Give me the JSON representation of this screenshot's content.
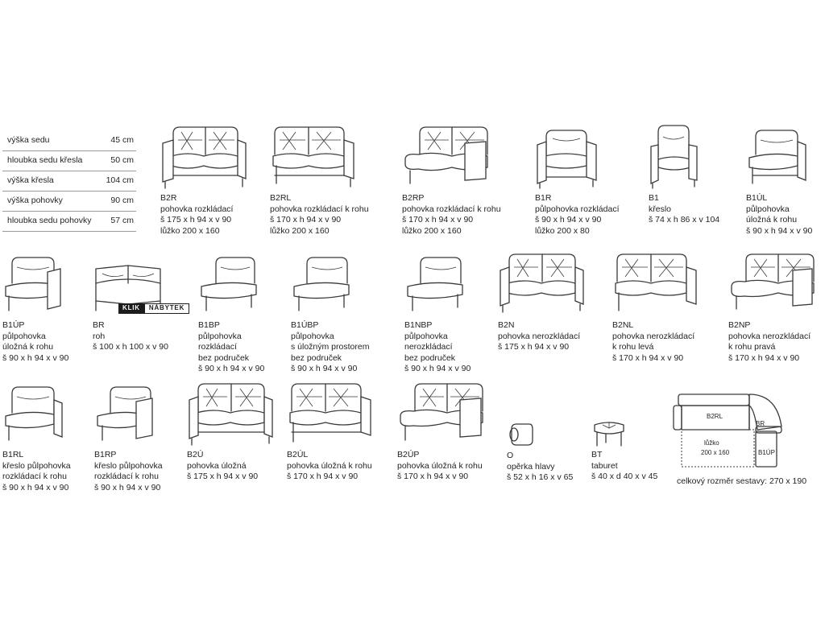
{
  "spec_table": [
    {
      "label": "výška sedu",
      "value": "45 cm"
    },
    {
      "label": "hloubka sedu křesla",
      "value": "50 cm"
    },
    {
      "label": "výška křesla",
      "value": "104 cm"
    },
    {
      "label": "výška pohovky",
      "value": "90 cm"
    },
    {
      "label": "hloubka sedu pohovky",
      "value": "57 cm"
    }
  ],
  "items": [
    {
      "code": "B2R",
      "lines": [
        "pohovka rozkládací",
        "š 175 x h 94 x v 90",
        "lůžko 200 x 160"
      ]
    },
    {
      "code": "B2RL",
      "lines": [
        "pohovka rozkládací k rohu",
        "š 170 x h 94 x v 90",
        "lůžko 200 x 160"
      ]
    },
    {
      "code": "B2RP",
      "lines": [
        "pohovka rozkládací k rohu",
        "š 170 x h 94 x v 90",
        "lůžko 200 x 160"
      ]
    },
    {
      "code": "B1R",
      "lines": [
        "půlpohovka rozkládací",
        "š 90 x h 94 x v 90",
        "lůžko 200 x 80"
      ]
    },
    {
      "code": "B1",
      "lines": [
        "křeslo",
        "š 74 x h 86 x v 104"
      ]
    },
    {
      "code": "B1ÚL",
      "lines": [
        "půlpohovka",
        "úložná k rohu",
        "š 90 x h 94 x v 90"
      ]
    },
    {
      "code": "B1ÚP",
      "lines": [
        "půlpohovka",
        "úložná k rohu",
        "š 90 x h 94 x v 90"
      ]
    },
    {
      "code": "BR",
      "lines": [
        "roh",
        "š 100 x h 100 x v 90"
      ]
    },
    {
      "code": "B1BP",
      "lines": [
        "půlpohovka",
        "rozkládací",
        "bez područek",
        "š 90 x h 94 x v 90"
      ]
    },
    {
      "code": "B1ÚBP",
      "lines": [
        "půlpohovka",
        "s úložným prostorem",
        "bez područek",
        "š 90 x h 94 x v 90"
      ]
    },
    {
      "code": "B1NBP",
      "lines": [
        "půlpohovka",
        "nerozkládací",
        "bez područek",
        "š 90 x h 94 x v 90"
      ]
    },
    {
      "code": "B2N",
      "lines": [
        "pohovka nerozkládací",
        "š 175 x h 94 x v 90"
      ]
    },
    {
      "code": "B2NL",
      "lines": [
        "pohovka nerozkládací",
        "k rohu levá",
        "š 170 x h 94 x v 90"
      ]
    },
    {
      "code": "B2NP",
      "lines": [
        "pohovka nerozkládací",
        "k rohu pravá",
        "š 170 x h 94 x v 90"
      ]
    },
    {
      "code": "B1RL",
      "lines": [
        "křeslo půlpohovka",
        "rozkládací k rohu",
        "š 90 x h 94 x v 90"
      ]
    },
    {
      "code": "B1RP",
      "lines": [
        "křeslo půlpohovka",
        "rozkládací k rohu",
        "š 90 x h 94 x v 90"
      ]
    },
    {
      "code": "B2Ú",
      "lines": [
        "pohovka úložná",
        "š 175 x h 94 x v 90"
      ]
    },
    {
      "code": "B2ÚL",
      "lines": [
        "pohovka úložná k rohu",
        "š 170 x h 94 x v 90"
      ]
    },
    {
      "code": "B2ÚP",
      "lines": [
        "pohovka úložná k rohu",
        "š 170 x h 94 x v 90"
      ]
    },
    {
      "code": "O",
      "lines": [
        "opěrka hlavy",
        "š 52 x h 16 x v 65"
      ]
    },
    {
      "code": "BT",
      "lines": [
        "taburet",
        "š 40 x d 40 x v 45"
      ]
    }
  ],
  "watermark": {
    "left": "KLIK",
    "right": "NÁBYTEK"
  },
  "layout": {
    "labels": {
      "b2rl": "B2RL",
      "br": "BR",
      "bed": "lůžko",
      "bed_size": "200 x 160",
      "b1up": "B1ÚP"
    },
    "total": "celkový rozměr sestavy: 270 x 190"
  }
}
